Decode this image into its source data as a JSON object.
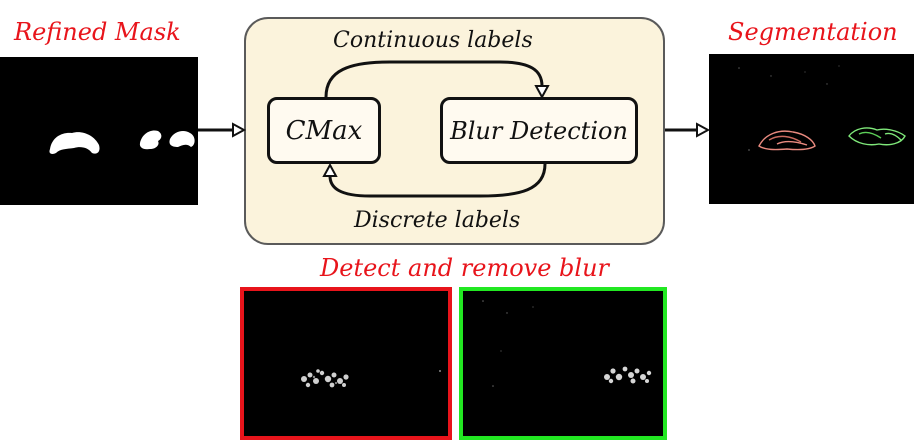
{
  "titles": {
    "refined_mask": "Refined Mask",
    "segmentation": "Segmentation",
    "detect_remove": "Detect and remove blur"
  },
  "module": {
    "continuous_labels": "Continuous labels",
    "discrete_labels": "Discrete labels",
    "cmax": "CMax",
    "blur_detection": "Blur Detection"
  },
  "colors": {
    "title_red": "#e8141b",
    "module_fill": "#fbf3dc",
    "module_border": "#5a5a5a",
    "frame_red": "#e8141b",
    "frame_green": "#22e822",
    "seg_red": "#e98a7f",
    "seg_green": "#7fe87a"
  }
}
